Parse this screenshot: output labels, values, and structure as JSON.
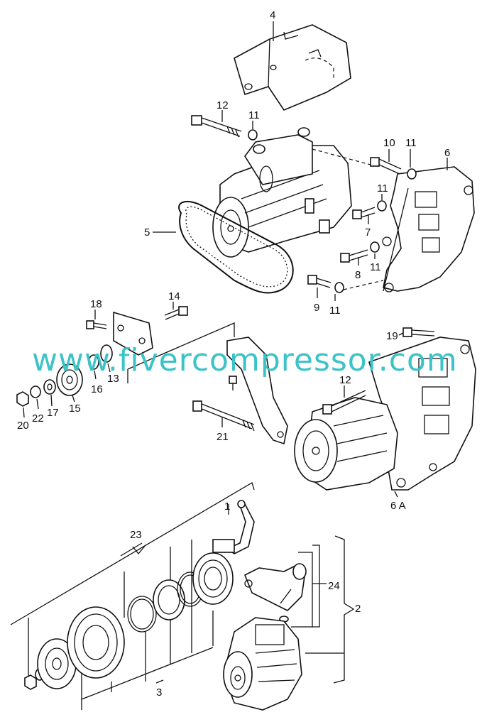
{
  "watermark": "www.fivercompressor.com",
  "callouts": {
    "n1": "1",
    "n2": "2",
    "n3": "3",
    "n4": "4",
    "n5": "5",
    "n6": "6",
    "n6a": "6 A",
    "n7": "7",
    "n8": "8",
    "n9": "9",
    "n10": "10",
    "n11a": "11",
    "n11b": "11",
    "n11c": "11",
    "n11d": "11",
    "n11e": "11",
    "n12a": "12",
    "n12b": "12",
    "n13": "13",
    "n14": "14",
    "n15": "15",
    "n16": "16",
    "n17": "17",
    "n18": "18",
    "n19": "19",
    "n20": "20",
    "n21": "21",
    "n22": "22",
    "n23": "23",
    "n24": "24"
  },
  "colors": {
    "line": "#111111",
    "watermark": "#3cc3c7"
  }
}
